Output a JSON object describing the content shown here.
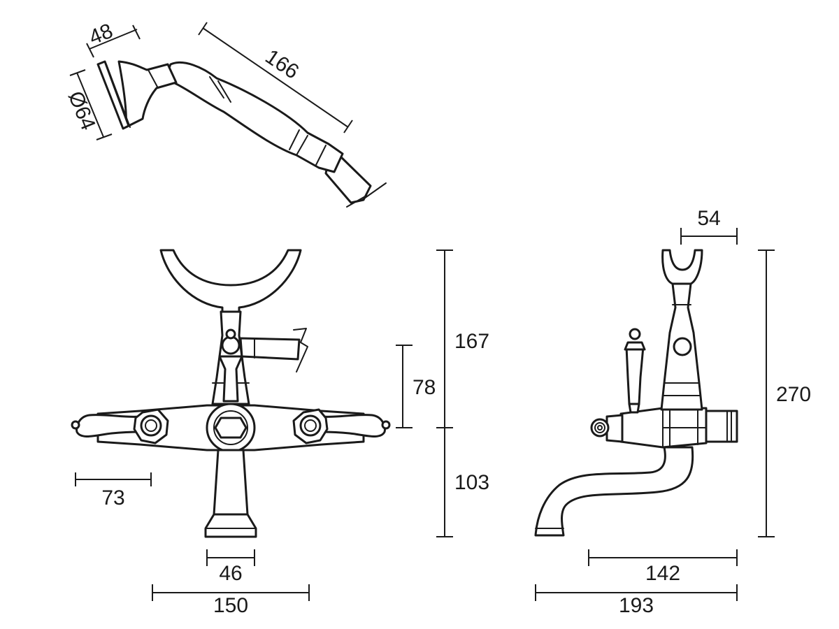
{
  "colors": {
    "line": "#1a1a1a",
    "background": "#ffffff"
  },
  "dimensions": {
    "handshower_head_depth": "48",
    "handshower_head_diameter": "Ø64",
    "handshower_length": "166",
    "cradle_width": "54",
    "height_above_body": "167",
    "outlet_height": "78",
    "total_height": "270",
    "handle_reach": "73",
    "body_below": "103",
    "spout_reach": "142",
    "base_width": "46",
    "body_width": "150",
    "total_depth": "193"
  }
}
